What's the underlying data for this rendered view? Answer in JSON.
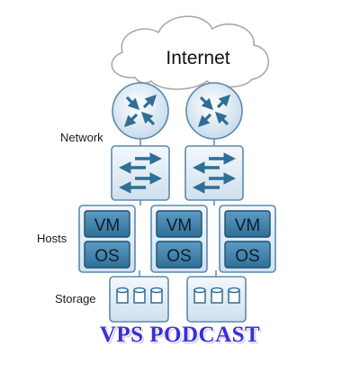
{
  "cloud": {
    "label": "Internet"
  },
  "layers": {
    "network_label": "Network",
    "hosts_label": "Hosts",
    "storage_label": "Storage"
  },
  "host": {
    "vm_label": "VM",
    "os_label": "OS"
  },
  "title": "VPS PODCAST",
  "colors": {
    "box_fill": "#dde9f3",
    "box_stroke": "#5a8ab0",
    "icon_blue": "#2f6f96",
    "tile_fill": "#3a7ea8",
    "tile_stroke": "#1d4e6e",
    "title": "#3a2fd6"
  },
  "icons": [
    "cloud-icon",
    "router-icon",
    "switch-icon",
    "virtual-machine-icon",
    "disk-icon"
  ]
}
